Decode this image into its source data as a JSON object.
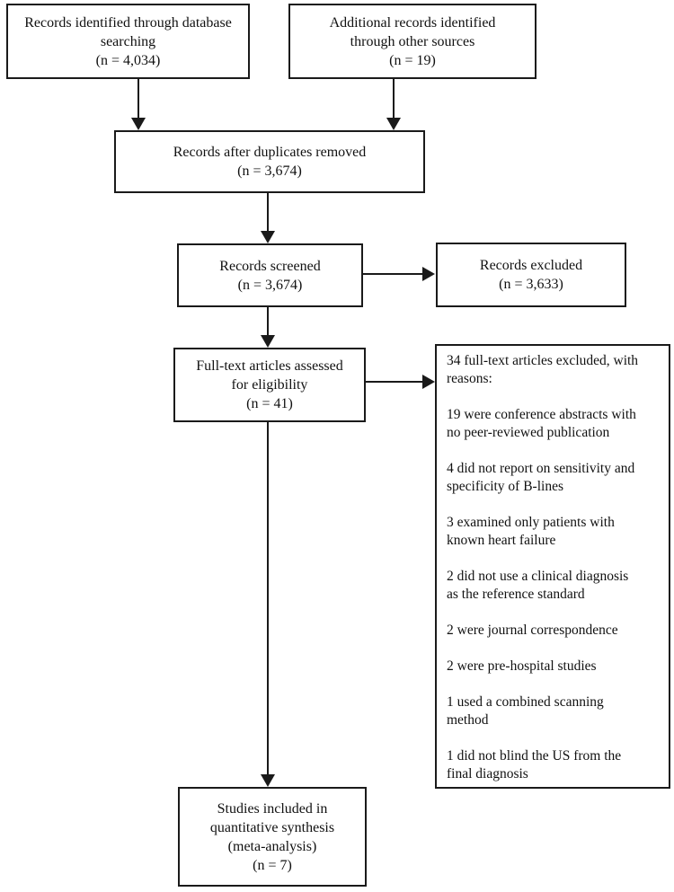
{
  "diagram": {
    "type": "flowchart",
    "boxes": {
      "identified": {
        "text": "Records identified through database\nsearching\n(n = 4,034)"
      },
      "additional": {
        "text": "Additional records identified\nthrough other sources\n(n = 19)"
      },
      "deduplicated": {
        "text": "Records after duplicates removed\n(n = 3,674)"
      },
      "screened": {
        "text": "Records screened\n(n = 3,674)"
      },
      "excluded": {
        "text": "Records excluded\n(n = 3,633)"
      },
      "fulltext": {
        "text": "Full-text articles assessed\nfor eligibility\n(n = 41)"
      },
      "included": {
        "text": "Studies included in\nquantitative synthesis\n(meta-analysis)\n(n = 7)"
      },
      "reasons": {
        "paragraphs": [
          "34 full-text articles excluded, with\nreasons:",
          "19 were conference abstracts with\nno peer-reviewed publication",
          "4 did not report on sensitivity and\nspecificity of B-lines",
          "3 examined only patients with\nknown heart failure",
          "2 did not use a clinical diagnosis\nas the reference standard",
          "2 were journal correspondence",
          "2 were pre-hospital studies",
          "1 used a combined scanning\nmethod",
          "1 did not blind the US from the\nfinal diagnosis"
        ]
      }
    }
  },
  "colors": {
    "border": "#1a1a1a",
    "text": "#111111",
    "background": "#ffffff"
  }
}
